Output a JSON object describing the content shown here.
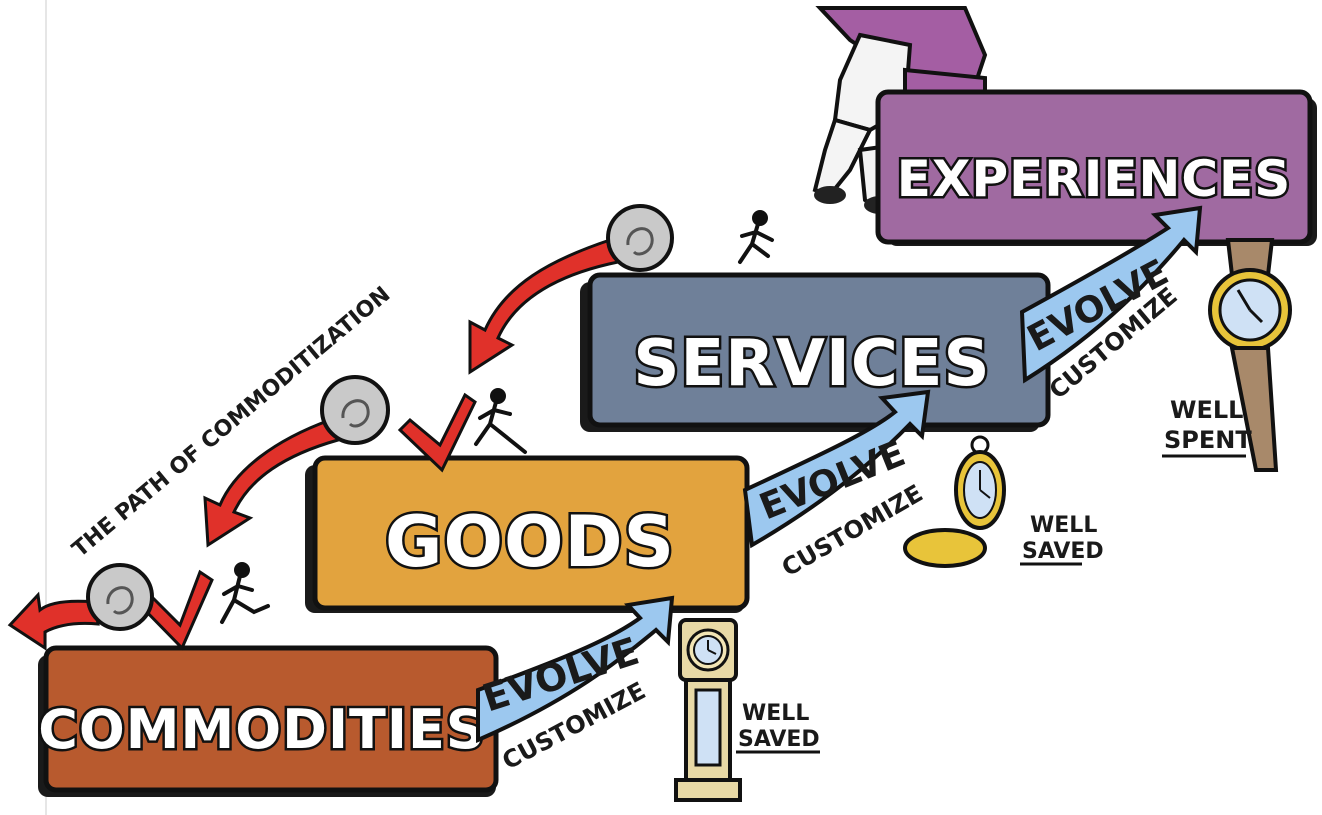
{
  "diagram": {
    "stages": {
      "commodities": "COMMODITIES",
      "goods": "GOODS",
      "services": "SERVICES",
      "experiences": "EXPERIENCES"
    },
    "arrows": [
      {
        "evolve": "EVOLVE",
        "customize": "CUSTOMIZE"
      },
      {
        "evolve": "EVOLVE",
        "customize": "CUSTOMIZE"
      },
      {
        "evolve": "EVOLVE",
        "customize": "CUSTOMIZE"
      }
    ],
    "path_label": "THE PATH OF COMMODITIZATION",
    "time_labels": {
      "grandfather_clock": [
        "WELL",
        "SAVED"
      ],
      "pocket_watch": [
        "WELL",
        "SAVED"
      ],
      "wrist_watch": [
        "WELL",
        "SPENT"
      ]
    },
    "colors": {
      "commodities": "#b85a2e",
      "goods": "#e2a33e",
      "services": "#6f8099",
      "experiences": "#a06aa1",
      "evolve_arrow": "#9cc8ef",
      "commoditization_arrow": "#e0312a",
      "clock_gold": "#e8c43a"
    }
  }
}
